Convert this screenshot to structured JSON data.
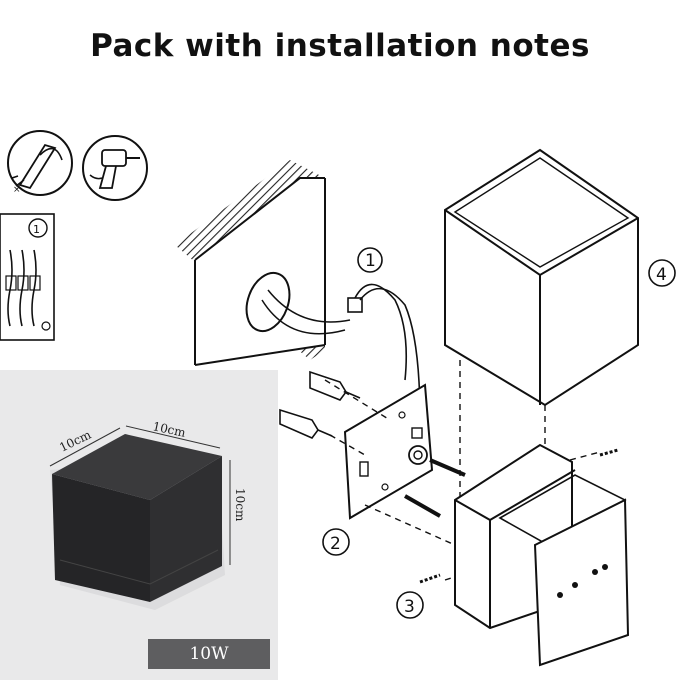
{
  "title": "Pack with installation notes",
  "steps": [
    "1",
    "2",
    "3",
    "4"
  ],
  "inset_step": "1",
  "dimensions": {
    "width": "10cm",
    "depth": "10cm",
    "height": "10cm"
  },
  "power_label": "10W",
  "icons": [
    "wire-stripper-icon",
    "drill-icon",
    "wiring-connection-icon",
    "mounting-plate",
    "screw",
    "wall-anchor",
    "lamp-cover",
    "lamp-body"
  ],
  "colors": {
    "lamp_body": "#2b2b2d",
    "badge": "#5e5e60",
    "photo_bg": "#e9e9ea"
  }
}
